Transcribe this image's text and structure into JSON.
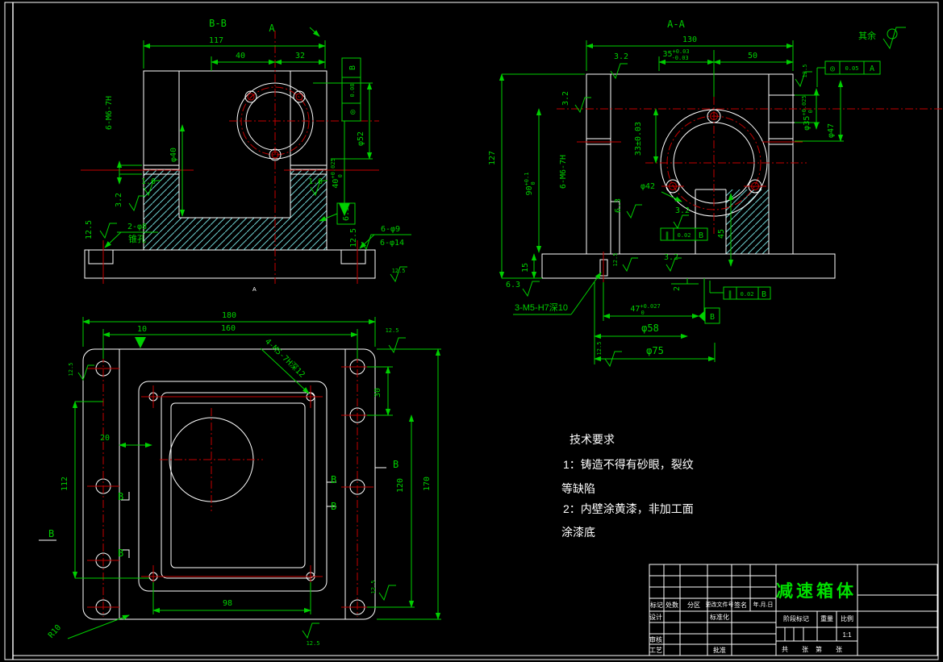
{
  "tech": {
    "title": "技术要求",
    "line1": "1：铸造不得有砂眼，裂纹",
    "line2": "等缺陷",
    "line3": "2：内壁涂黄漆，非加工面",
    "line4": "涂漆底"
  },
  "misc": {
    "qiyu": "其余",
    "strayA": "A"
  },
  "rough": {
    "r16": "1.6",
    "r32": "3.2",
    "r63": "6.3",
    "r125": "12.5"
  },
  "bb": {
    "title": "B-B",
    "secA": "A",
    "d117": "117",
    "d40": "40",
    "d32": "32",
    "thread": "6-M6-7H",
    "dia40": "φ40",
    "dia52": "φ52",
    "dep40": "40",
    "dep40sup": "+0.025",
    "dep40sub": "0",
    "taper1": "2-φ8",
    "taper2": "锥孔",
    "h9": "6-φ9",
    "h14": "6-φ14",
    "fcf": {
      "sym": "◎",
      "tol": "0.08",
      "dat": "B"
    }
  },
  "aa": {
    "title": "A-A",
    "d130": "130",
    "d35": "35",
    "d35sup": "+0.03",
    "d35sub": "-0.03",
    "d50": "50",
    "d127": "127",
    "d90": "90",
    "d90sup": "+0.1",
    "d90sub": "0",
    "d33": "33±0.03",
    "thread": "6-M6-7H",
    "dia35": "φ35",
    "dia35sup": "+0.025",
    "dia35sub": "0",
    "dia47": "φ47",
    "dia42": "φ42",
    "d45": "45",
    "d2": "2",
    "d15": "15",
    "thread2": "3-M5-H7深10",
    "d47": "47",
    "d47sup": "+0.027",
    "d47sub": "0",
    "dia58": "φ58",
    "dia75": "φ75",
    "fcf1": {
      "sym": "◎",
      "tol": "0.05",
      "dat": "A"
    },
    "fcf2": {
      "sym": "∥",
      "tol": "0.02",
      "dat": "B"
    },
    "fcf3": {
      "sym": "∥",
      "tol": "0.02",
      "dat": "B"
    },
    "datB": "B"
  },
  "plan": {
    "d180": "180",
    "d160": "160",
    "d10": "10",
    "d30": "30",
    "d20": "20",
    "d112": "112",
    "d120": "120",
    "d170": "170",
    "d98": "98",
    "thread": "4-M5-7H深12",
    "r10": "R10",
    "B": "B"
  },
  "tb": {
    "name": "减速箱体",
    "scale_val": "1:1",
    "biaoji": "标记",
    "chushu": "处数",
    "fenqu": "分区",
    "genggai": "更改文件号",
    "qianming": "签名",
    "riqi": "年.月.日",
    "sheji": "设计",
    "biaozhunhua": "标准化",
    "shenhe": "审核",
    "gongyi": "工艺",
    "pizhun": "批准",
    "jieduan": "阶段标记",
    "zhongliang": "重量",
    "bili": "比例",
    "gong": "共",
    "zhang1": "张",
    "di": "第",
    "zhang2": "张"
  }
}
